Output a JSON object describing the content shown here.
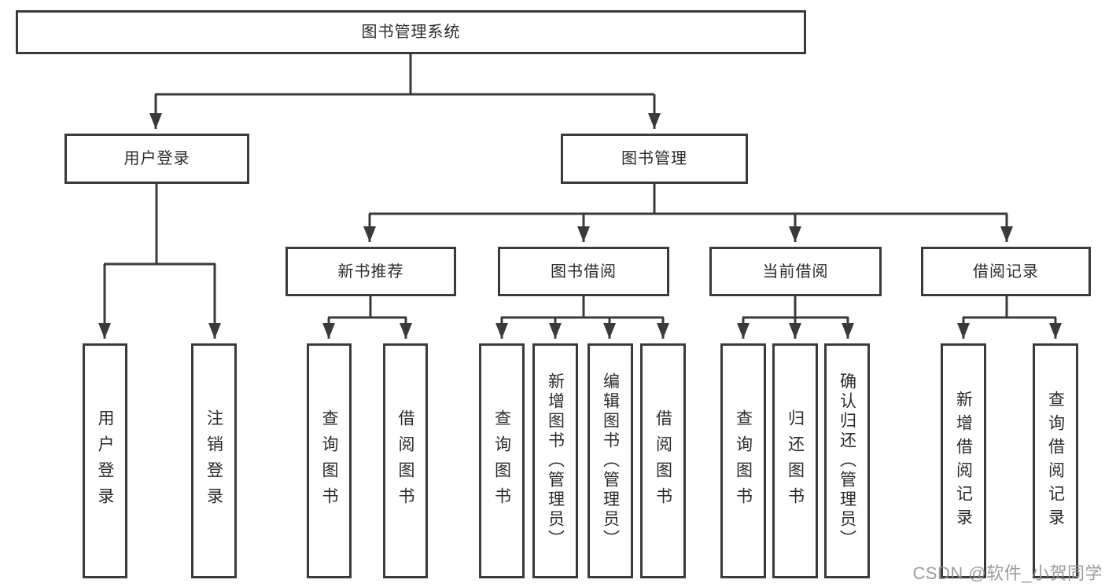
{
  "tree": {
    "label": "图书管理系统",
    "children": [
      {
        "label": "用户登录",
        "children": [
          {
            "label": "用户登录"
          },
          {
            "label": "注销登录"
          }
        ]
      },
      {
        "label": "图书管理",
        "children": [
          {
            "label": "新书推荐",
            "children": [
              {
                "label": "查询图书"
              },
              {
                "label": "借阅图书"
              }
            ]
          },
          {
            "label": "图书借阅",
            "children": [
              {
                "label": "查询图书"
              },
              {
                "label": "新增图书（管理员）"
              },
              {
                "label": "编辑图书（管理员）"
              },
              {
                "label": "借阅图书"
              }
            ]
          },
          {
            "label": "当前借阅",
            "children": [
              {
                "label": "查询图书"
              },
              {
                "label": "归还图书"
              },
              {
                "label": "确认归还（管理员）"
              }
            ]
          },
          {
            "label": "借阅记录",
            "children": [
              {
                "label": "新增借阅记录"
              },
              {
                "label": "查询借阅记录"
              }
            ]
          }
        ]
      }
    ]
  },
  "watermark": {
    "text": "CSDN @软件_小贺同学"
  },
  "colors": {
    "line": "#3a3a3a",
    "box_border": "#3a3a3a",
    "text": "#2b2b2b",
    "watermark": "#949494",
    "background": "#ffffff"
  }
}
